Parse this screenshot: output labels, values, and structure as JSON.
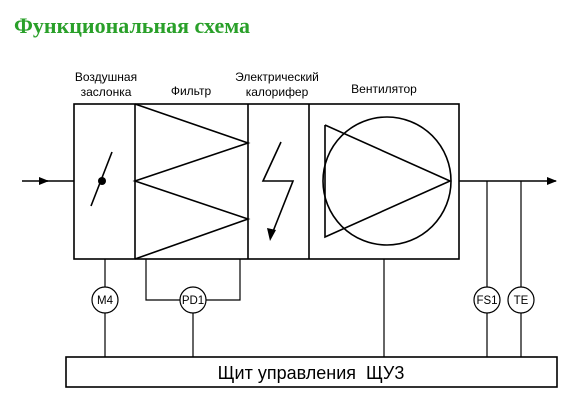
{
  "title": "Функциональная схема",
  "components": {
    "damper": {
      "line1": "Воздушная",
      "line2": "заслонка"
    },
    "filter": {
      "label": "Фильтр"
    },
    "heater": {
      "line1": "Электрический",
      "line2": "калорифер"
    },
    "fan": {
      "label": "Вентилятор"
    }
  },
  "sensors": {
    "m4": "M4",
    "pd1": "PD1",
    "fs1": "FS1",
    "te": "TE"
  },
  "panel": {
    "label": "Щит управления  ЩУ3"
  }
}
